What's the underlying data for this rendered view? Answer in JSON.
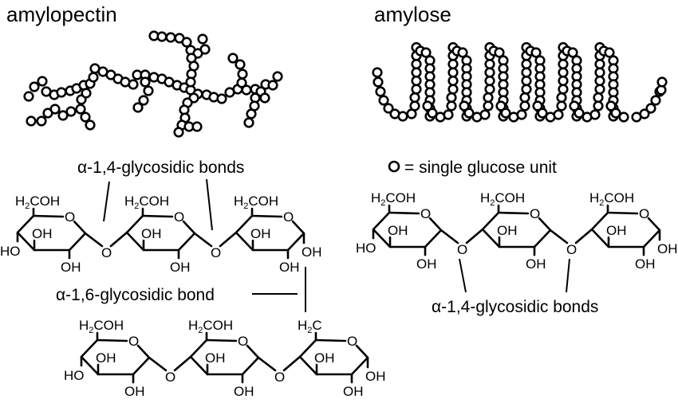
{
  "titles": {
    "amylopectin": "amylopectin",
    "amylose": "amylose"
  },
  "legend": {
    "symbol": "glucose-circle",
    "text": "= single glucose unit"
  },
  "labels": {
    "amylopectin_14": "α-1,4-glycosidic bonds",
    "amylopectin_16": "α-1,6-glycosidic bond",
    "amylose_14": "α-1,4-glycosidic bonds"
  },
  "atoms": {
    "h2coh_h": "H",
    "h2coh_sub": "2",
    "h2coh_rest": "COH",
    "h2c_rest": "C",
    "ring_o": "O",
    "oh": "OH",
    "ho": "HO",
    "bridge_o": "O"
  },
  "structures": {
    "amylopectin_main_chain_units": 3,
    "amylopectin_branch_chain_units": 3,
    "amylose_chain_units": 3,
    "amylose_helix_turns": 6
  }
}
